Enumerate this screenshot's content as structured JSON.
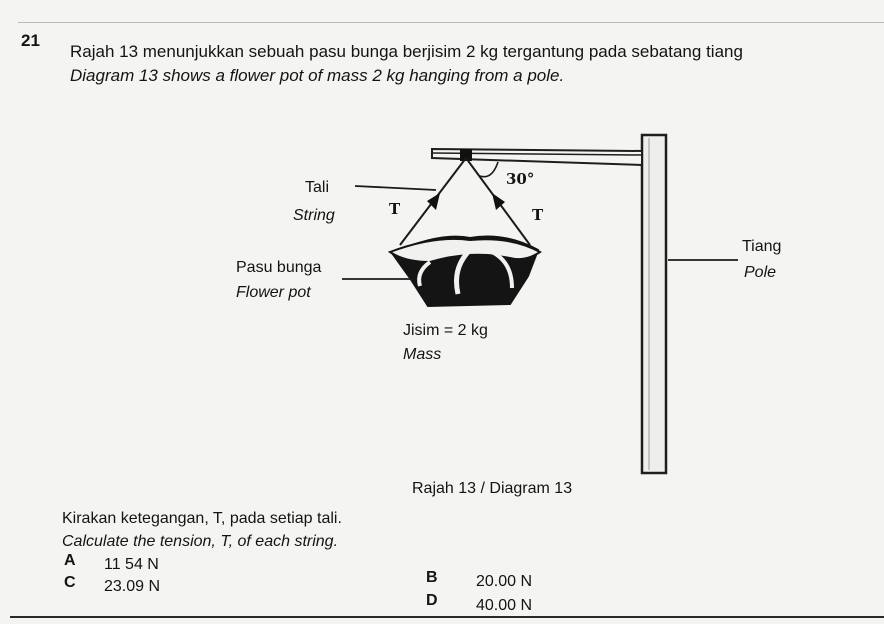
{
  "question": {
    "number": "21",
    "stem_malay": "Rajah 13 menunjukkan sebuah pasu bunga berjisim 2 kg tergantung pada sebatang tiang",
    "stem_english": "Diagram 13 shows a flower pot of mass 2 kg hanging from a pole."
  },
  "diagram": {
    "angle_label": "30°",
    "tension_left": "T",
    "tension_right": "T",
    "string_label_ms": "Tali",
    "string_label_en": "String",
    "pot_label_ms": "Pasu bunga",
    "pot_label_en": "Flower pot",
    "pole_label_ms": "Tiang",
    "pole_label_en": "Pole",
    "mass_label_ms": "Jisim = 2 kg",
    "mass_label_en": "Mass",
    "caption": "Rajah 13 / Diagram 13"
  },
  "task": {
    "malay": "Kirakan ketegangan, T, pada setiap tali.",
    "english": "Calculate the tension, T, of each string."
  },
  "options": [
    {
      "letter": "A",
      "value": "11 54 N"
    },
    {
      "letter": "B",
      "value": "20.00 N"
    },
    {
      "letter": "C",
      "value": "23.09 N"
    },
    {
      "letter": "D",
      "value": "40.00 N"
    }
  ]
}
